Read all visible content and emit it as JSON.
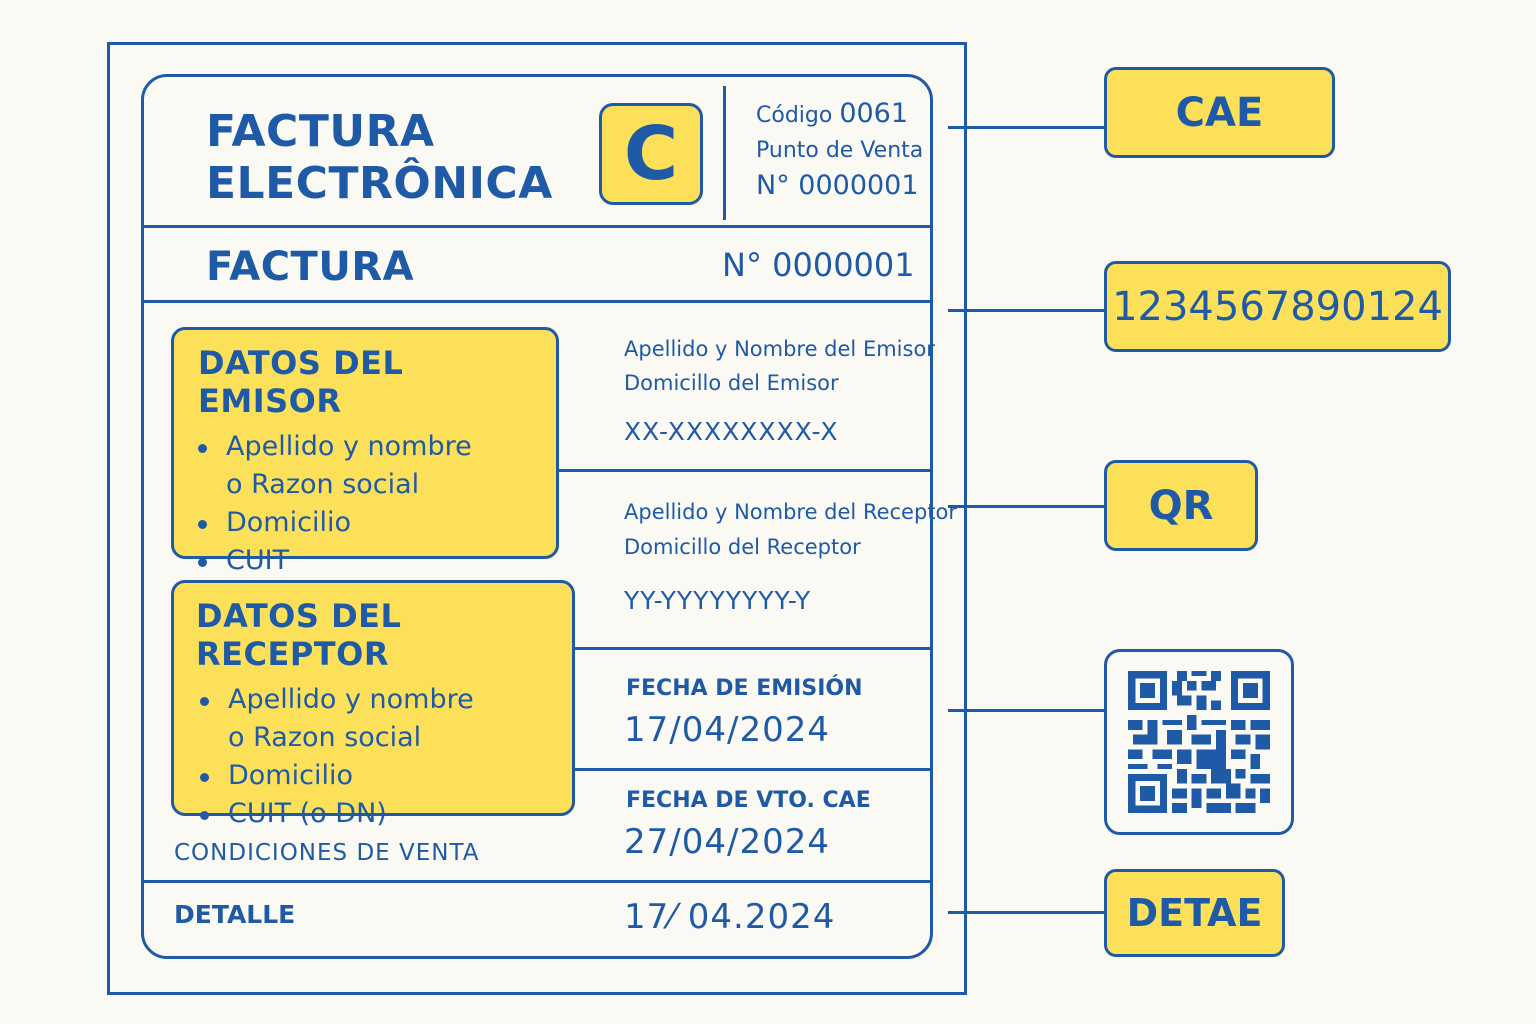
{
  "header": {
    "title_line1": "FACTURA",
    "title_line2": "ELECTRÔNICA",
    "letter": "C",
    "codigo_label": "Código",
    "codigo_value": "0061",
    "punto_de_venta": "Punto de Venta",
    "numero": "N° 0000001"
  },
  "factura_row": {
    "label": "FACTURA",
    "numero": "N° 0000001"
  },
  "emisor": {
    "heading": "DATOS DEL EMISOR",
    "items": [
      "Apellido y nombre o Razon social",
      "Domicilio",
      "CUIT"
    ],
    "item1_line1": "Apellido y nombre",
    "item1_line2": "o Razon social",
    "item2": "Domicilio",
    "item3": "CUIT",
    "detail_name": "Apellido y Nombre del Emisor",
    "detail_address": "Domicillo del Emisor",
    "detail_cuit": "XX-XXXXXXXX-X"
  },
  "receptor": {
    "heading": "DATOS DEL RECEPTOR",
    "items": [
      "Apellido y nombre o Razon social",
      "Domicilio",
      "CUIT (o DN)"
    ],
    "item1_line1": "Apellido y nombre",
    "item1_line2": "o Razon social",
    "item2": "Domicilio",
    "item3": "CUIT (o DN)",
    "detail_name": "Apellido y Nombre del Receptor",
    "detail_address": "Domicillo del Receptor",
    "detail_cuit": "YY-YYYYYYYY-Y"
  },
  "fechas": {
    "emision_label": "FECHA DE EMISIÓN",
    "emision_value": "17/04/2024",
    "vto_cae_label": "FECHA DE VTO. CAE",
    "vto_cae_value": "27/04/2024"
  },
  "condiciones": {
    "label": "CONDICIONES DE VENTA"
  },
  "detalle": {
    "label": "DETALLE",
    "value": "17⁄ 04.2024"
  },
  "callouts": {
    "cae": "CAE",
    "cae_number": "1234567890124",
    "qr": "QR",
    "qr_image": "qr-code-icon",
    "detalle": "DETAE"
  },
  "colors": {
    "primary_blue": "#1f5aa6",
    "highlight_yellow": "#fde05a",
    "background": "#fbf9f4"
  }
}
